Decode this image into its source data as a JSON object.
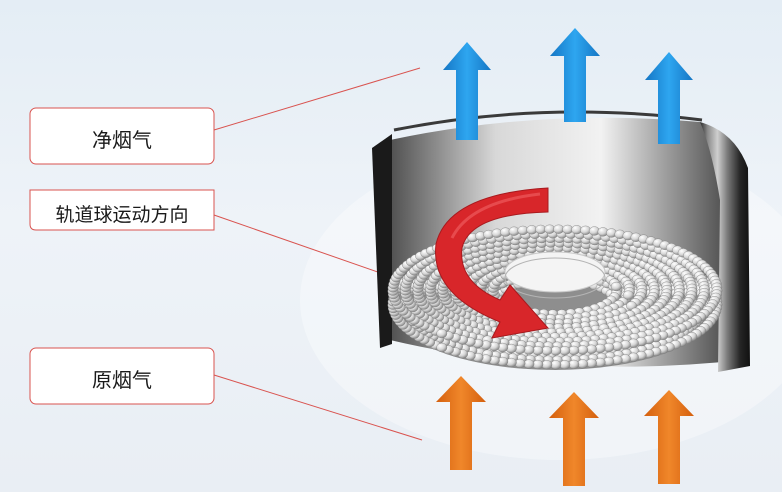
{
  "labels": {
    "clean_flue_gas": "净烟气",
    "ball_motion_direction": "轨道球运动方向",
    "raw_flue_gas": "原烟气"
  },
  "colors": {
    "outflow_arrow": "#1e8fd6",
    "inflow_arrow": "#e6761a",
    "rotation_arrow": "#d8262a",
    "callout_border": "#d9534f",
    "cylinder_dark": "#1c1c1c",
    "ball": "#e4e4e4"
  },
  "icons": {
    "outflow": "up-arrow-icon",
    "inflow": "up-arrow-icon",
    "rotation": "curved-arrow-icon"
  }
}
